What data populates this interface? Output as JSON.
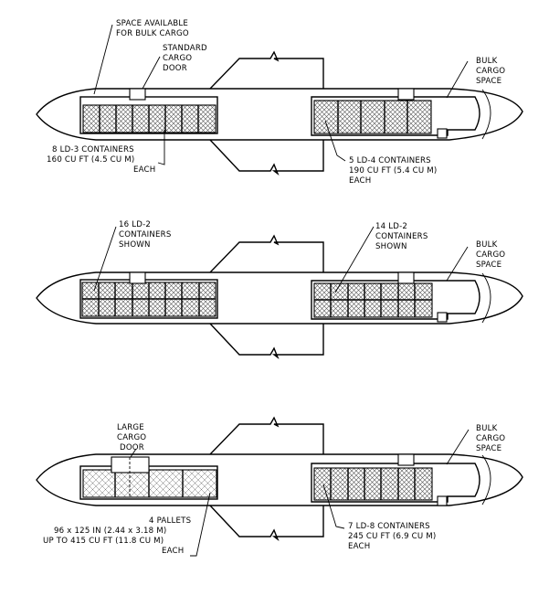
{
  "panel1": {
    "space_available": [
      "SPACE AVAILABLE",
      "FOR BULK CARGO"
    ],
    "standard_door": [
      "STANDARD",
      "CARGO",
      "DOOR"
    ],
    "ld3": [
      "8 LD-3 CONTAINERS",
      "160 CU FT (4.5 CU M)",
      "EACH"
    ],
    "ld4": [
      "5 LD-4 CONTAINERS",
      "190 CU FT (5.4 CU M)",
      "EACH"
    ],
    "bulk": [
      "BULK",
      "CARGO",
      "SPACE"
    ]
  },
  "panel2": {
    "forward": [
      "16 LD-2",
      "CONTAINERS",
      "SHOWN"
    ],
    "aft": [
      "14 LD-2",
      "CONTAINERS",
      "SHOWN"
    ],
    "bulk": [
      "BULK",
      "CARGO",
      "SPACE"
    ]
  },
  "panel3": {
    "large_door": [
      "LARGE",
      "CARGO",
      "DOOR"
    ],
    "pallets": [
      "4 PALLETS",
      "96 x 125 IN (2.44 x 3.18 M)",
      "UP TO 415 CU FT (11.8 CU M)",
      "EACH"
    ],
    "ld8": [
      "7 LD-8 CONTAINERS",
      "245 CU FT (6.9 CU M)",
      "EACH"
    ],
    "bulk": [
      "BULK",
      "CARGO",
      "SPACE"
    ]
  }
}
